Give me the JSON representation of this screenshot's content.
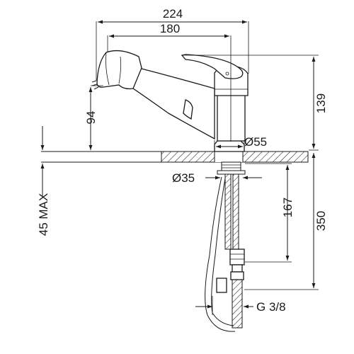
{
  "dimensions": {
    "width_total": "224",
    "width_spout": "180",
    "height_spout": "94",
    "height_total": "139",
    "base_diameter": "Ø55",
    "hole_diameter": "Ø35",
    "worktop_max": "45 MAX",
    "hose_length": "167",
    "overall_length": "350",
    "thread": "G 3/8"
  }
}
